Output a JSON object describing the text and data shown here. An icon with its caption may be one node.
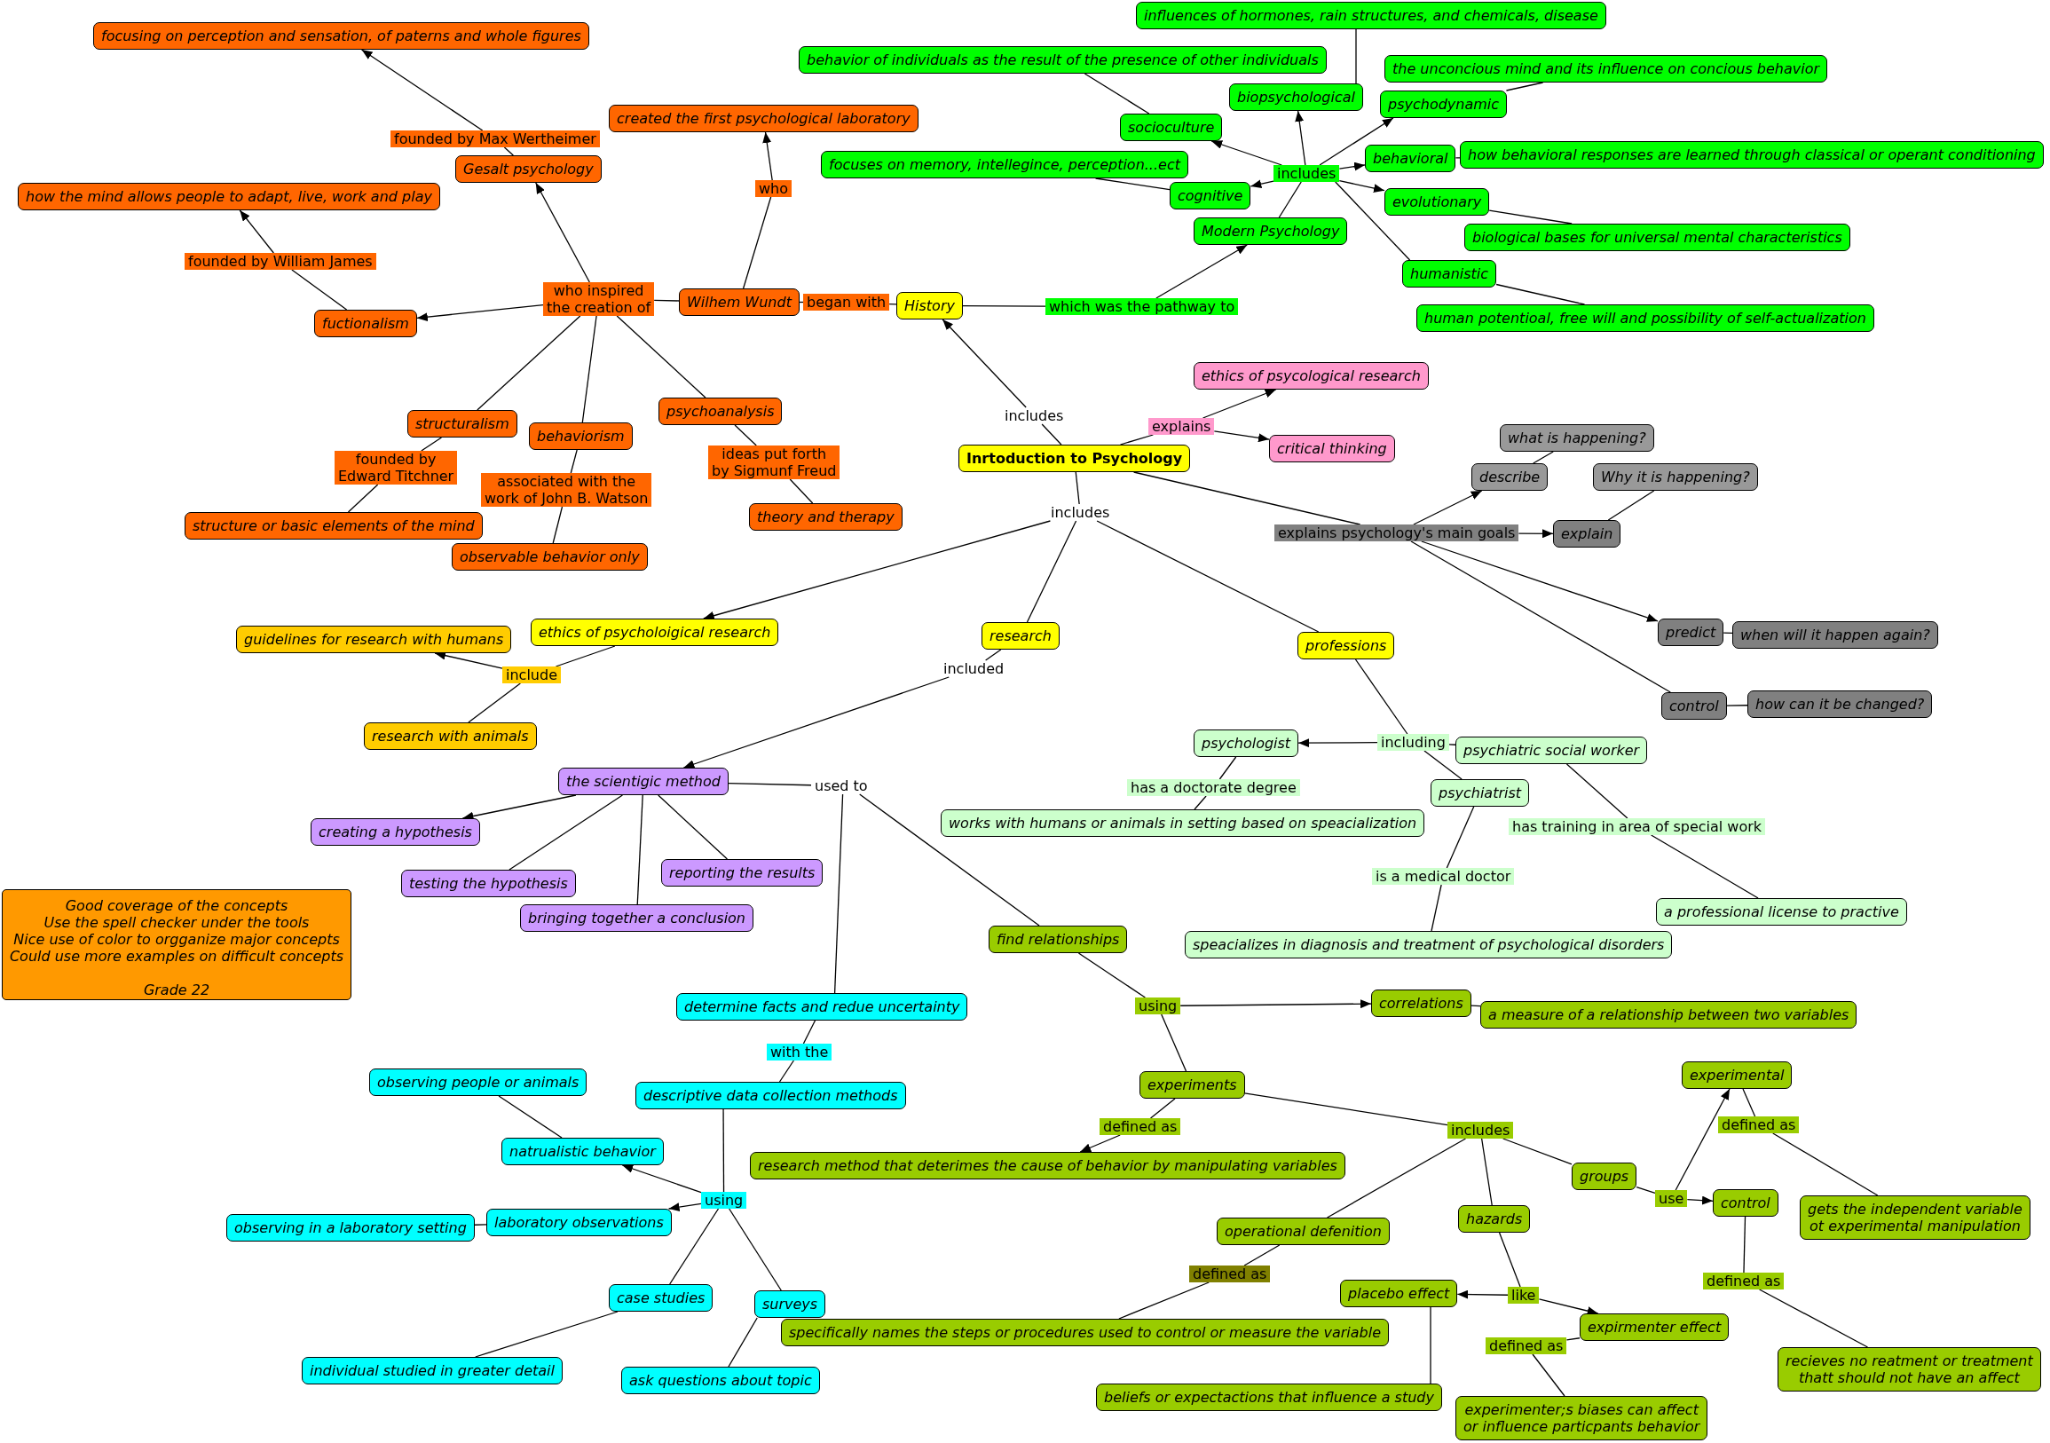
{
  "diagram": {
    "nodes": [
      {
        "text": [
          "Inrtoduction to Psychology"
        ]
      },
      {
        "text": [
          "includes"
        ]
      },
      {
        "text": [
          "History"
        ]
      },
      {
        "text": [
          "began with"
        ]
      },
      {
        "text": [
          "Wilhem Wundt"
        ]
      },
      {
        "text": [
          "who"
        ]
      },
      {
        "text": [
          "created the first psychological laboratory"
        ]
      },
      {
        "text": [
          "who inspired the creation of"
        ]
      },
      {
        "text": [
          "Gesalt psychology"
        ]
      },
      {
        "text": [
          "founded by Max Wertheimer"
        ]
      },
      {
        "text": [
          "focusing on perception and sensation, of paterns and whole figures"
        ]
      },
      {
        "text": [
          "fuctionalism"
        ]
      },
      {
        "text": [
          "founded by William James"
        ]
      },
      {
        "text": [
          "how the mind allows people to adapt, live, work and play"
        ]
      },
      {
        "text": [
          "structuralism"
        ]
      },
      {
        "text": [
          "founded by Edward Titchner"
        ]
      },
      {
        "text": [
          "structure or basic elements of the mind"
        ]
      },
      {
        "text": [
          "behaviorism"
        ]
      },
      {
        "text": [
          "associated with the work of John B. Watson"
        ]
      },
      {
        "text": [
          "observable behavior only"
        ]
      },
      {
        "text": [
          "psychoanalysis"
        ]
      },
      {
        "text": [
          "ideas put forth by Sigmunf Freud"
        ]
      },
      {
        "text": [
          "theory and therapy"
        ]
      },
      {
        "text": [
          "which was the pathway to"
        ]
      },
      {
        "text": [
          "Modern Psychology"
        ]
      },
      {
        "text": [
          "includes"
        ]
      },
      {
        "text": [
          "socioculture"
        ]
      },
      {
        "text": [
          "behavior of individuals as the result of the presence of other individuals"
        ]
      },
      {
        "text": [
          "biopsychological"
        ]
      },
      {
        "text": [
          "influences of hormones, rain structures, and chemicals, disease"
        ]
      },
      {
        "text": [
          "psychodynamic"
        ]
      },
      {
        "text": [
          "the unconcious mind and its influence on concious behavior"
        ]
      },
      {
        "text": [
          "behavioral"
        ]
      },
      {
        "text": [
          "how behavioral responses are learned through classical or operant conditioning"
        ]
      },
      {
        "text": [
          "cognitive"
        ]
      },
      {
        "text": [
          "focuses on memory, intellegince, perception...ect"
        ]
      },
      {
        "text": [
          "evolutionary"
        ]
      },
      {
        "text": [
          "biological bases for universal mental characteristics"
        ]
      },
      {
        "text": [
          "humanistic"
        ]
      },
      {
        "text": [
          "human potentioal, free will and possibility of self-actualization"
        ]
      },
      {
        "text": [
          "explains"
        ]
      },
      {
        "text": [
          "ethics of psycological research"
        ]
      },
      {
        "text": [
          "critical thinking"
        ]
      },
      {
        "text": [
          "explains psychology's main goals"
        ]
      },
      {
        "text": [
          "describe"
        ]
      },
      {
        "text": [
          "what is happening?"
        ]
      },
      {
        "text": [
          "explain"
        ]
      },
      {
        "text": [
          "Why it is happening?"
        ]
      },
      {
        "text": [
          "predict"
        ]
      },
      {
        "text": [
          "when will it happen again?"
        ]
      },
      {
        "text": [
          "control"
        ]
      },
      {
        "text": [
          "how can it be changed?"
        ]
      },
      {
        "text": [
          "includes"
        ]
      },
      {
        "text": [
          "ethics of psycholoigical research"
        ]
      },
      {
        "text": [
          "include"
        ]
      },
      {
        "text": [
          "guidelines for research with humans"
        ]
      },
      {
        "text": [
          "research with animals"
        ]
      },
      {
        "text": [
          "research"
        ]
      },
      {
        "text": [
          "included"
        ]
      },
      {
        "text": [
          "the scientigic method"
        ]
      },
      {
        "text": [
          "creating a hypothesis"
        ]
      },
      {
        "text": [
          "testing the hypothesis"
        ]
      },
      {
        "text": [
          "bringing together a conclusion"
        ]
      },
      {
        "text": [
          "reporting the results"
        ]
      },
      {
        "text": [
          "used to"
        ]
      },
      {
        "text": [
          "determine facts and redue uncertainty"
        ]
      },
      {
        "text": [
          "with the"
        ]
      },
      {
        "text": [
          "descriptive data collection methods"
        ]
      },
      {
        "text": [
          "using"
        ]
      },
      {
        "text": [
          "natrualistic behavior"
        ]
      },
      {
        "text": [
          "observing people or animals"
        ]
      },
      {
        "text": [
          "laboratory observations"
        ]
      },
      {
        "text": [
          "observing in a laboratory setting"
        ]
      },
      {
        "text": [
          "case studies"
        ]
      },
      {
        "text": [
          "individual studied in greater detail"
        ]
      },
      {
        "text": [
          "surveys"
        ]
      },
      {
        "text": [
          "ask questions about topic"
        ]
      },
      {
        "text": [
          "find relationships"
        ]
      },
      {
        "text": [
          "using"
        ]
      },
      {
        "text": [
          "correlations"
        ]
      },
      {
        "text": [
          "a measure of a relationship between two variables"
        ]
      },
      {
        "text": [
          "experiments"
        ]
      },
      {
        "text": [
          "defined as"
        ]
      },
      {
        "text": [
          "research method that deterimes the cause of behavior by manipulating variables"
        ]
      },
      {
        "text": [
          "includes"
        ]
      },
      {
        "text": [
          "operational defenition"
        ]
      },
      {
        "text": [
          "defined as"
        ]
      },
      {
        "text": [
          "specifically names the steps or procedures used to control or measure the variable"
        ]
      },
      {
        "text": [
          "hazards"
        ]
      },
      {
        "text": [
          "like"
        ]
      },
      {
        "text": [
          "placebo effect"
        ]
      },
      {
        "text": [
          "beliefs or expectactions that influence a study"
        ]
      },
      {
        "text": [
          "expirmenter effect"
        ]
      },
      {
        "text": [
          "defined as"
        ]
      },
      {
        "text": [
          "experimenter;s biases can affect or influence particpants behavior"
        ]
      },
      {
        "text": [
          "groups"
        ]
      },
      {
        "text": [
          "use"
        ]
      },
      {
        "text": [
          "experimental"
        ]
      },
      {
        "text": [
          "defined as"
        ]
      },
      {
        "text": [
          "gets the independent variable ot experimental manipulation"
        ]
      },
      {
        "text": [
          "control"
        ]
      },
      {
        "text": [
          "defined as"
        ]
      },
      {
        "text": [
          "recieves no reatment or treatment thatt should not have an affect"
        ]
      },
      {
        "text": [
          "professions"
        ]
      },
      {
        "text": [
          "including"
        ]
      },
      {
        "text": [
          "psychologist"
        ]
      },
      {
        "text": [
          "has a doctorate degree"
        ]
      },
      {
        "text": [
          "works with humans or animals in setting based on speacialization"
        ]
      },
      {
        "text": [
          "psychiatrist"
        ]
      },
      {
        "text": [
          "is a medical doctor"
        ]
      },
      {
        "text": [
          "speacializes in diagnosis and treatment of psychological disorders"
        ]
      },
      {
        "text": [
          "psychiatric social worker"
        ]
      },
      {
        "text": [
          "has training in area of special work"
        ]
      },
      {
        "text": [
          "a professional license to practive"
        ]
      },
      {
        "text": [
          "Good coverage of the concepts",
          "Use the spell checker under the tools",
          "Nice use of color to orgganize major concepts",
          "Could use more examples on difficult concepts",
          "Grade 22"
        ]
      }
    ],
    "edges": [
      {
        "from": 0,
        "to": 1,
        "arrow": "none"
      },
      {
        "from": 1,
        "to": 2,
        "arrow": "to"
      },
      {
        "from": 2,
        "to": 3,
        "arrow": "none"
      },
      {
        "from": 3,
        "to": 4,
        "arrow": "none"
      },
      {
        "from": 4,
        "to": 5,
        "arrow": "none"
      },
      {
        "from": 5,
        "to": 6,
        "arrow": "to"
      },
      {
        "from": 4,
        "to": 7,
        "arrow": "none"
      },
      {
        "from": 7,
        "to": 8,
        "arrow": "to"
      },
      {
        "from": 8,
        "to": 9,
        "arrow": "none"
      },
      {
        "from": 9,
        "to": 10,
        "arrow": "to"
      },
      {
        "from": 7,
        "to": 11,
        "arrow": "to"
      },
      {
        "from": 11,
        "to": 12,
        "arrow": "none"
      },
      {
        "from": 12,
        "to": 13,
        "arrow": "to"
      },
      {
        "from": 7,
        "to": 14,
        "arrow": "none"
      },
      {
        "from": 14,
        "to": 15,
        "arrow": "none"
      },
      {
        "from": 15,
        "to": 16,
        "arrow": "none"
      },
      {
        "from": 7,
        "to": 17,
        "arrow": "none"
      },
      {
        "from": 17,
        "to": 18,
        "arrow": "none"
      },
      {
        "from": 18,
        "to": 19,
        "arrow": "none"
      },
      {
        "from": 7,
        "to": 20,
        "arrow": "none"
      },
      {
        "from": 20,
        "to": 21,
        "arrow": "none"
      },
      {
        "from": 21,
        "to": 22,
        "arrow": "none"
      },
      {
        "from": 2,
        "to": 23,
        "arrow": "none"
      },
      {
        "from": 23,
        "to": 24,
        "arrow": "to"
      },
      {
        "from": 24,
        "to": 25,
        "arrow": "none"
      },
      {
        "from": 25,
        "to": 26,
        "arrow": "to"
      },
      {
        "from": 26,
        "to": 27,
        "arrow": "none"
      },
      {
        "from": 25,
        "to": 28,
        "arrow": "to"
      },
      {
        "from": 28,
        "to": 29,
        "arrow": "none"
      },
      {
        "from": 25,
        "to": 30,
        "arrow": "to"
      },
      {
        "from": 30,
        "to": 31,
        "arrow": "none"
      },
      {
        "from": 25,
        "to": 32,
        "arrow": "to"
      },
      {
        "from": 32,
        "to": 33,
        "arrow": "none"
      },
      {
        "from": 25,
        "to": 34,
        "arrow": "to"
      },
      {
        "from": 34,
        "to": 35,
        "arrow": "none"
      },
      {
        "from": 25,
        "to": 36,
        "arrow": "to"
      },
      {
        "from": 36,
        "to": 37,
        "arrow": "none"
      },
      {
        "from": 25,
        "to": 38,
        "arrow": "none"
      },
      {
        "from": 38,
        "to": 39,
        "arrow": "none"
      },
      {
        "from": 0,
        "to": 40,
        "arrow": "none"
      },
      {
        "from": 40,
        "to": 41,
        "arrow": "to"
      },
      {
        "from": 40,
        "to": 42,
        "arrow": "to"
      },
      {
        "from": 0,
        "to": 43,
        "arrow": "none"
      },
      {
        "from": 43,
        "to": 44,
        "arrow": "to"
      },
      {
        "from": 44,
        "to": 45,
        "arrow": "none"
      },
      {
        "from": 43,
        "to": 46,
        "arrow": "to"
      },
      {
        "from": 46,
        "to": 47,
        "arrow": "none"
      },
      {
        "from": 43,
        "to": 48,
        "arrow": "to"
      },
      {
        "from": 48,
        "to": 49,
        "arrow": "none"
      },
      {
        "from": 43,
        "to": 50,
        "arrow": "none"
      },
      {
        "from": 50,
        "to": 51,
        "arrow": "none"
      },
      {
        "from": 0,
        "to": 52,
        "arrow": "none"
      },
      {
        "from": 52,
        "to": 53,
        "arrow": "to"
      },
      {
        "from": 53,
        "to": 54,
        "arrow": "none"
      },
      {
        "from": 54,
        "to": 55,
        "arrow": "to"
      },
      {
        "from": 54,
        "to": 56,
        "arrow": "none"
      },
      {
        "from": 52,
        "to": 57,
        "arrow": "none"
      },
      {
        "from": 57,
        "to": 58,
        "arrow": "none"
      },
      {
        "from": 58,
        "to": 59,
        "arrow": "to"
      },
      {
        "from": 59,
        "to": 60,
        "arrow": "to"
      },
      {
        "from": 59,
        "to": 61,
        "arrow": "none"
      },
      {
        "from": 59,
        "to": 62,
        "arrow": "none"
      },
      {
        "from": 59,
        "to": 63,
        "arrow": "none"
      },
      {
        "from": 59,
        "to": 64,
        "arrow": "none"
      },
      {
        "from": 64,
        "to": 65,
        "arrow": "none"
      },
      {
        "from": 65,
        "to": 66,
        "arrow": "none"
      },
      {
        "from": 66,
        "to": 67,
        "arrow": "none"
      },
      {
        "from": 67,
        "to": 68,
        "arrow": "none"
      },
      {
        "from": 68,
        "to": 69,
        "arrow": "to"
      },
      {
        "from": 69,
        "to": 70,
        "arrow": "none"
      },
      {
        "from": 68,
        "to": 71,
        "arrow": "to"
      },
      {
        "from": 71,
        "to": 72,
        "arrow": "none"
      },
      {
        "from": 68,
        "to": 73,
        "arrow": "none"
      },
      {
        "from": 73,
        "to": 74,
        "arrow": "none"
      },
      {
        "from": 68,
        "to": 75,
        "arrow": "none"
      },
      {
        "from": 75,
        "to": 76,
        "arrow": "none"
      },
      {
        "from": 64,
        "to": 77,
        "arrow": "none"
      },
      {
        "from": 77,
        "to": 78,
        "arrow": "none"
      },
      {
        "from": 78,
        "to": 79,
        "arrow": "to"
      },
      {
        "from": 79,
        "to": 80,
        "arrow": "none"
      },
      {
        "from": 78,
        "to": 81,
        "arrow": "none"
      },
      {
        "from": 81,
        "to": 82,
        "arrow": "none"
      },
      {
        "from": 82,
        "to": 83,
        "arrow": "to"
      },
      {
        "from": 81,
        "to": 84,
        "arrow": "none"
      },
      {
        "from": 84,
        "to": 85,
        "arrow": "none"
      },
      {
        "from": 85,
        "to": 86,
        "arrow": "none"
      },
      {
        "from": 86,
        "to": 87,
        "arrow": "none"
      },
      {
        "from": 84,
        "to": 88,
        "arrow": "none"
      },
      {
        "from": 88,
        "to": 89,
        "arrow": "none"
      },
      {
        "from": 89,
        "to": 90,
        "arrow": "to"
      },
      {
        "from": 90,
        "to": 91,
        "arrow": "none"
      },
      {
        "from": 89,
        "to": 92,
        "arrow": "to"
      },
      {
        "from": 92,
        "to": 93,
        "arrow": "none"
      },
      {
        "from": 93,
        "to": 94,
        "arrow": "none"
      },
      {
        "from": 84,
        "to": 95,
        "arrow": "none"
      },
      {
        "from": 95,
        "to": 96,
        "arrow": "none"
      },
      {
        "from": 96,
        "to": 97,
        "arrow": "to"
      },
      {
        "from": 97,
        "to": 98,
        "arrow": "none"
      },
      {
        "from": 98,
        "to": 99,
        "arrow": "none"
      },
      {
        "from": 96,
        "to": 100,
        "arrow": "to"
      },
      {
        "from": 100,
        "to": 101,
        "arrow": "none"
      },
      {
        "from": 101,
        "to": 102,
        "arrow": "none"
      },
      {
        "from": 52,
        "to": 103,
        "arrow": "none"
      },
      {
        "from": 103,
        "to": 104,
        "arrow": "none"
      },
      {
        "from": 104,
        "to": 105,
        "arrow": "to"
      },
      {
        "from": 105,
        "to": 106,
        "arrow": "none"
      },
      {
        "from": 106,
        "to": 107,
        "arrow": "none"
      },
      {
        "from": 104,
        "to": 108,
        "arrow": "none"
      },
      {
        "from": 108,
        "to": 109,
        "arrow": "none"
      },
      {
        "from": 109,
        "to": 110,
        "arrow": "none"
      },
      {
        "from": 104,
        "to": 111,
        "arrow": "none"
      },
      {
        "from": 111,
        "to": 112,
        "arrow": "none"
      },
      {
        "from": 112,
        "to": 113,
        "arrow": "none"
      }
    ]
  }
}
